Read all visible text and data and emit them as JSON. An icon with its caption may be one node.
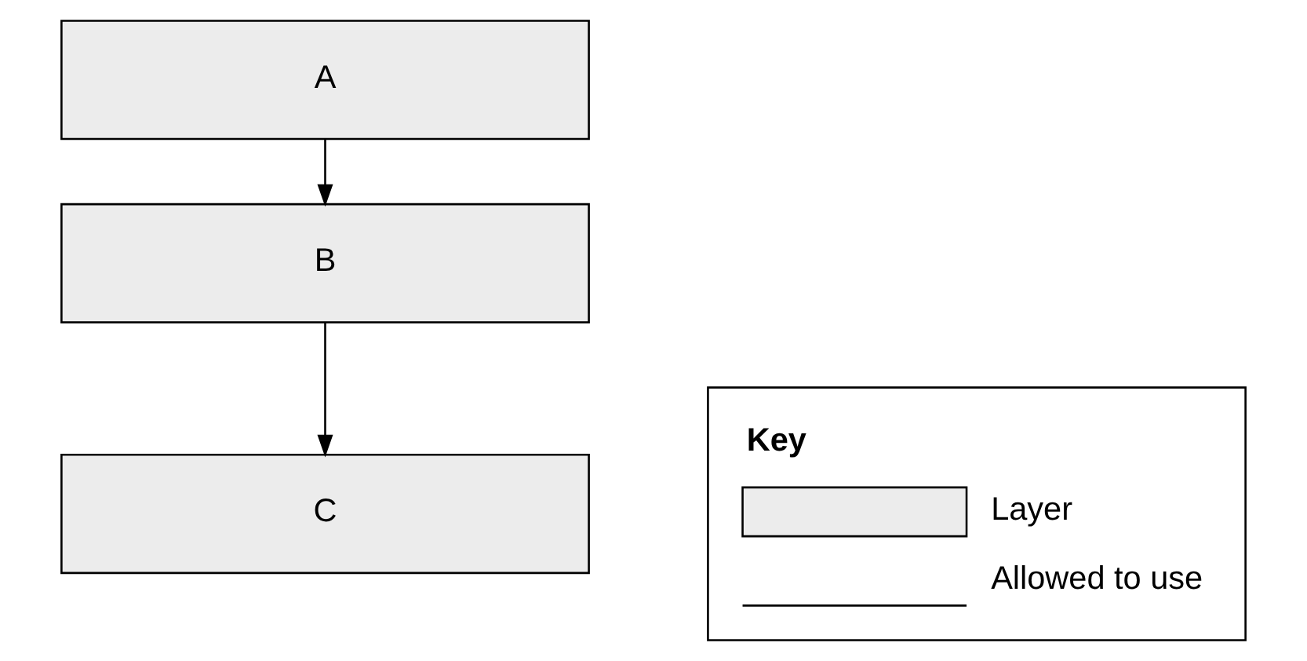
{
  "diagram": {
    "nodes": [
      {
        "text": [
          "A"
        ]
      },
      {
        "text": [
          "B"
        ]
      },
      {
        "text": [
          "C"
        ]
      }
    ],
    "edges": [
      {
        "from": 0,
        "to": 1,
        "arrow": "to"
      },
      {
        "from": 1,
        "to": 2,
        "arrow": "to"
      }
    ],
    "labels": [
      "Key"
    ],
    "legend": [
      {
        "text": "Layer",
        "color": "#ececec"
      },
      {
        "text": "Allowed to use"
      }
    ]
  }
}
